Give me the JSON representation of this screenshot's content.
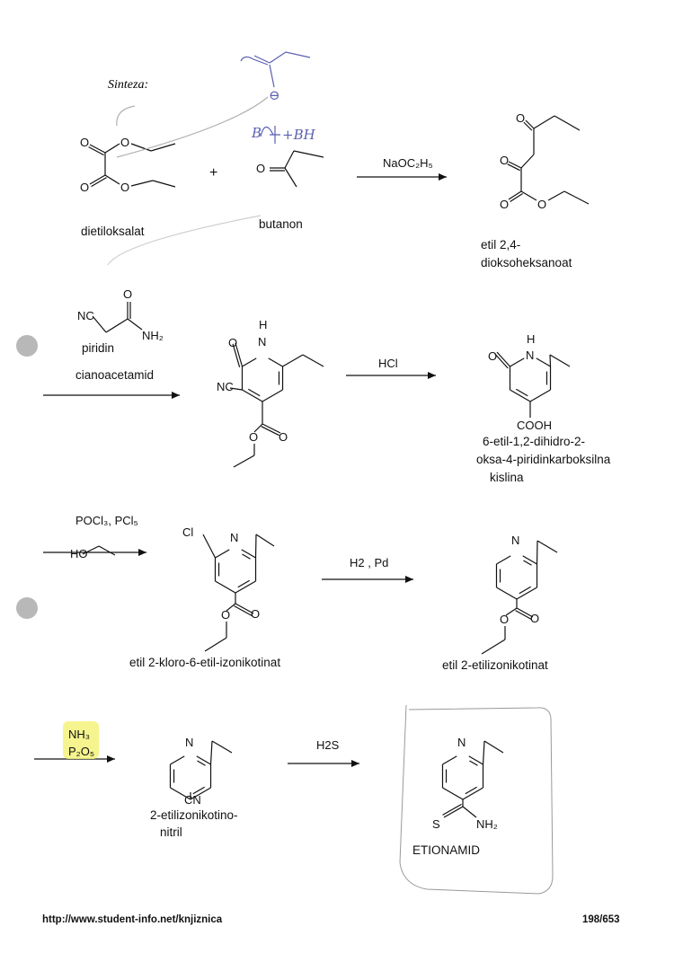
{
  "heading": "Sinteza:",
  "annotations": {
    "minus": "⊖",
    "base": "B",
    "conj_acid": "+BH"
  },
  "step1": {
    "reactant1": {
      "name": "dietiloksalat",
      "atoms": [
        "O",
        "O",
        "O",
        "O"
      ]
    },
    "plus": "+",
    "reactant2": {
      "name": "butanon",
      "atoms": [
        "O"
      ]
    },
    "reagent": "NaOC₂H₅",
    "product": {
      "name_line1": "etil 2,4-",
      "name_line2": "dioksoheksanoat",
      "atoms": [
        "O",
        "O",
        "O",
        "O"
      ]
    }
  },
  "step2": {
    "reagent_atoms": [
      "NC",
      "O",
      "NH₂"
    ],
    "reagent_line1": "piridin",
    "reagent_line2": "cianoacetamid",
    "product_atoms": [
      "H",
      "N",
      "O",
      "NC",
      "O",
      "O"
    ]
  },
  "step3": {
    "reagent": "HCl",
    "product_atoms": [
      "H",
      "N",
      "O",
      "COOH"
    ],
    "product": {
      "name_line1": "6-etil-1,2-dihidro-2-",
      "name_line2": "oksa-4-piridinkarboksilna",
      "name_line3": "kislina"
    }
  },
  "step4": {
    "reagent_line1": "POCl₃,  PCl₅",
    "reagent_line2": "HO",
    "product_atoms": [
      "Cl",
      "N",
      "O",
      "O"
    ],
    "product": {
      "name": "etil 2-kloro-6-etil-izonikotinat"
    }
  },
  "step5": {
    "reagent": "H2 , Pd",
    "product_atoms": [
      "N",
      "O",
      "O"
    ],
    "product": {
      "name": "etil 2-etilizonikotinat"
    }
  },
  "step6": {
    "reagent_line1": "NH₃",
    "reagent_line2": "P₂O₅",
    "product_atoms": [
      "N",
      "CN"
    ],
    "product": {
      "name_line1": "2-etilizonikotino-",
      "name_line2": "nitril"
    }
  },
  "step7": {
    "reagent": "H2S",
    "product_atoms": [
      "N",
      "S",
      "NH₂"
    ],
    "product": {
      "name": "ETIONAMID"
    }
  },
  "footer": {
    "url": "http://www.student-info.net/knjiznica",
    "page": "198/653"
  },
  "colors": {
    "ink": "#111111",
    "pen": "#5a5fb0",
    "highlight": "#f4f27a",
    "punch_hole": "#b8b8b8"
  }
}
